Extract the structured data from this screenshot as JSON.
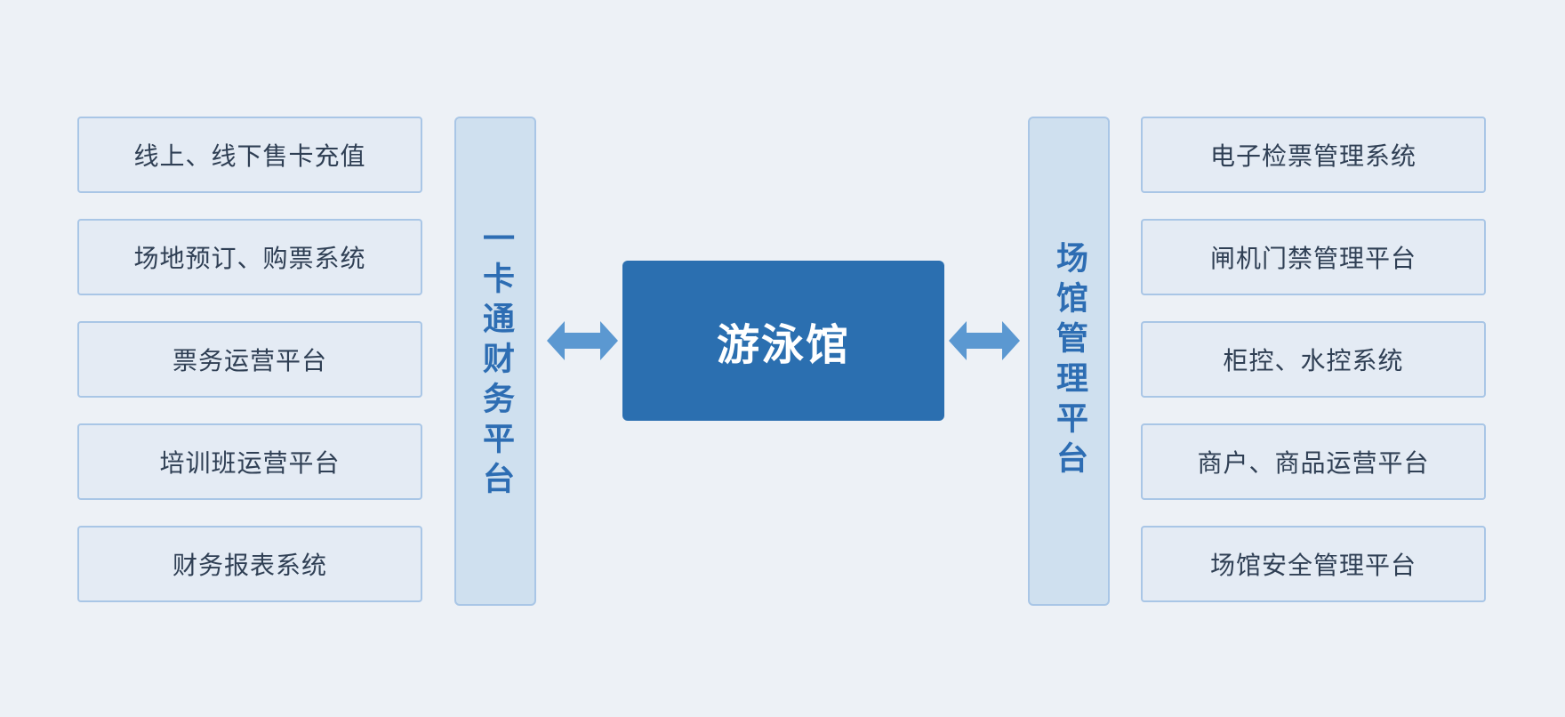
{
  "diagram": {
    "center": {
      "label": "游泳馆"
    },
    "left_platform": {
      "label": "一卡通财务平台"
    },
    "right_platform": {
      "label": "场馆管理平台"
    },
    "left_items": [
      "线上、线下售卡充值",
      "场地预订、购票系统",
      "票务运营平台",
      "培训班运营平台",
      "财务报表系统"
    ],
    "right_items": [
      "电子检票管理系统",
      "闸机门禁管理平台",
      "柜控、水控系统",
      "商户、商品运营平台",
      "场馆安全管理平台"
    ],
    "arrows": [
      {
        "from": "left_platform",
        "to": "center",
        "style": "bidirectional"
      },
      {
        "from": "center",
        "to": "right_platform",
        "style": "bidirectional"
      }
    ],
    "colors": {
      "background": "#edf1f6",
      "item_fill": "#e4ebf4",
      "item_border": "#a9c6e6",
      "pillar_fill": "#cfe0ef",
      "pillar_text": "#2d6db3",
      "center_fill": "#2b6fb0",
      "center_text": "#ffffff",
      "arrow": "#5b98d1"
    }
  }
}
